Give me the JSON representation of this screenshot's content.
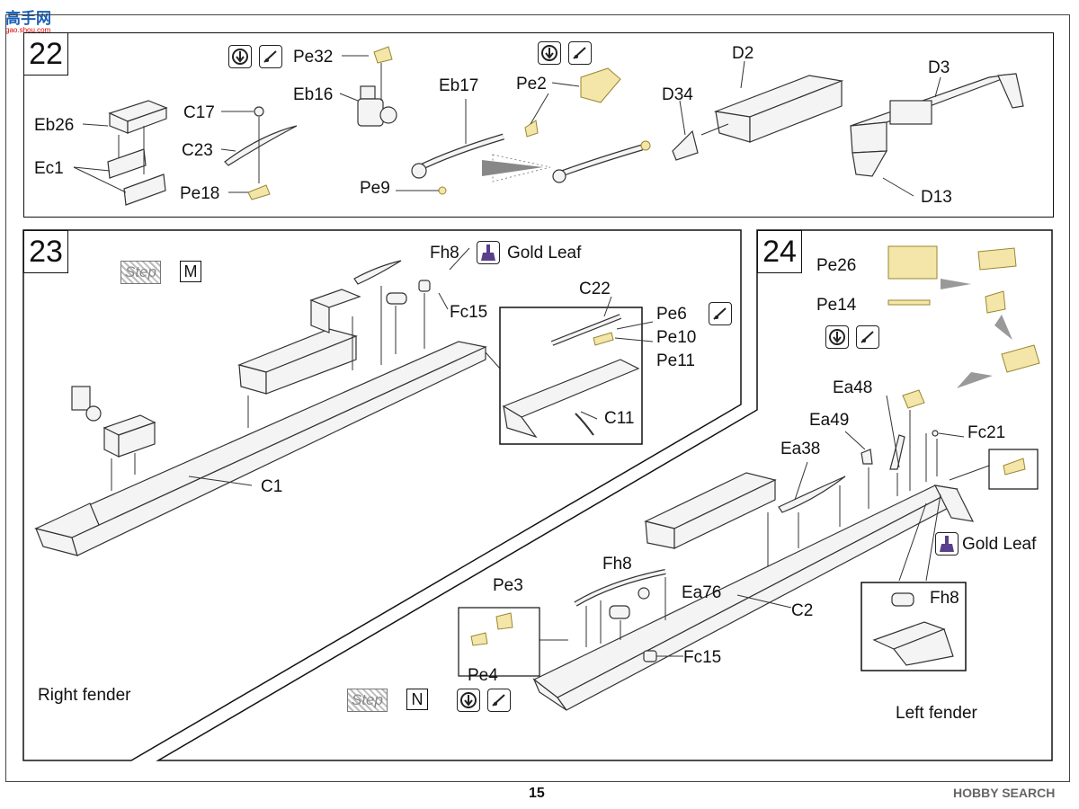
{
  "header": {
    "logo_text": "高手网",
    "logo_url": "gao.shou.com"
  },
  "page_number": "15",
  "watermark": "HOBBY SEARCH",
  "steps": {
    "s22": {
      "number": "22",
      "labels": {
        "eb26": "Eb26",
        "ec1": "Ec1",
        "c17": "C17",
        "c23": "C23",
        "pe18": "Pe18",
        "pe32": "Pe32",
        "eb16": "Eb16",
        "eb17": "Eb17",
        "pe2": "Pe2",
        "pe9": "Pe9",
        "d34": "D34",
        "d2": "D2",
        "d3": "D3",
        "d13": "D13"
      }
    },
    "s23": {
      "number": "23",
      "step_badge": "Step",
      "step_letter": "M",
      "caption": "Right fender",
      "labels": {
        "fh8": "Fh8",
        "gold_leaf": "Gold Leaf",
        "fc15": "Fc15",
        "c22": "C22",
        "pe6": "Pe6",
        "pe10": "Pe10",
        "pe11": "Pe11",
        "c11": "C11",
        "c1": "C1"
      }
    },
    "s24": {
      "number": "24",
      "caption": "Left fender",
      "step_badge": "Step",
      "step_letter": "N",
      "labels": {
        "pe26": "Pe26",
        "pe14": "Pe14",
        "ea48": "Ea48",
        "ea49": "Ea49",
        "fc21": "Fc21",
        "ea38": "Ea38",
        "gold_leaf": "Gold Leaf",
        "fh8": "Fh8",
        "fh8b": "Fh8",
        "ea76": "Ea76",
        "c2": "C2",
        "pe3": "Pe3",
        "pe4": "Pe4",
        "fc15": "Fc15"
      }
    }
  }
}
